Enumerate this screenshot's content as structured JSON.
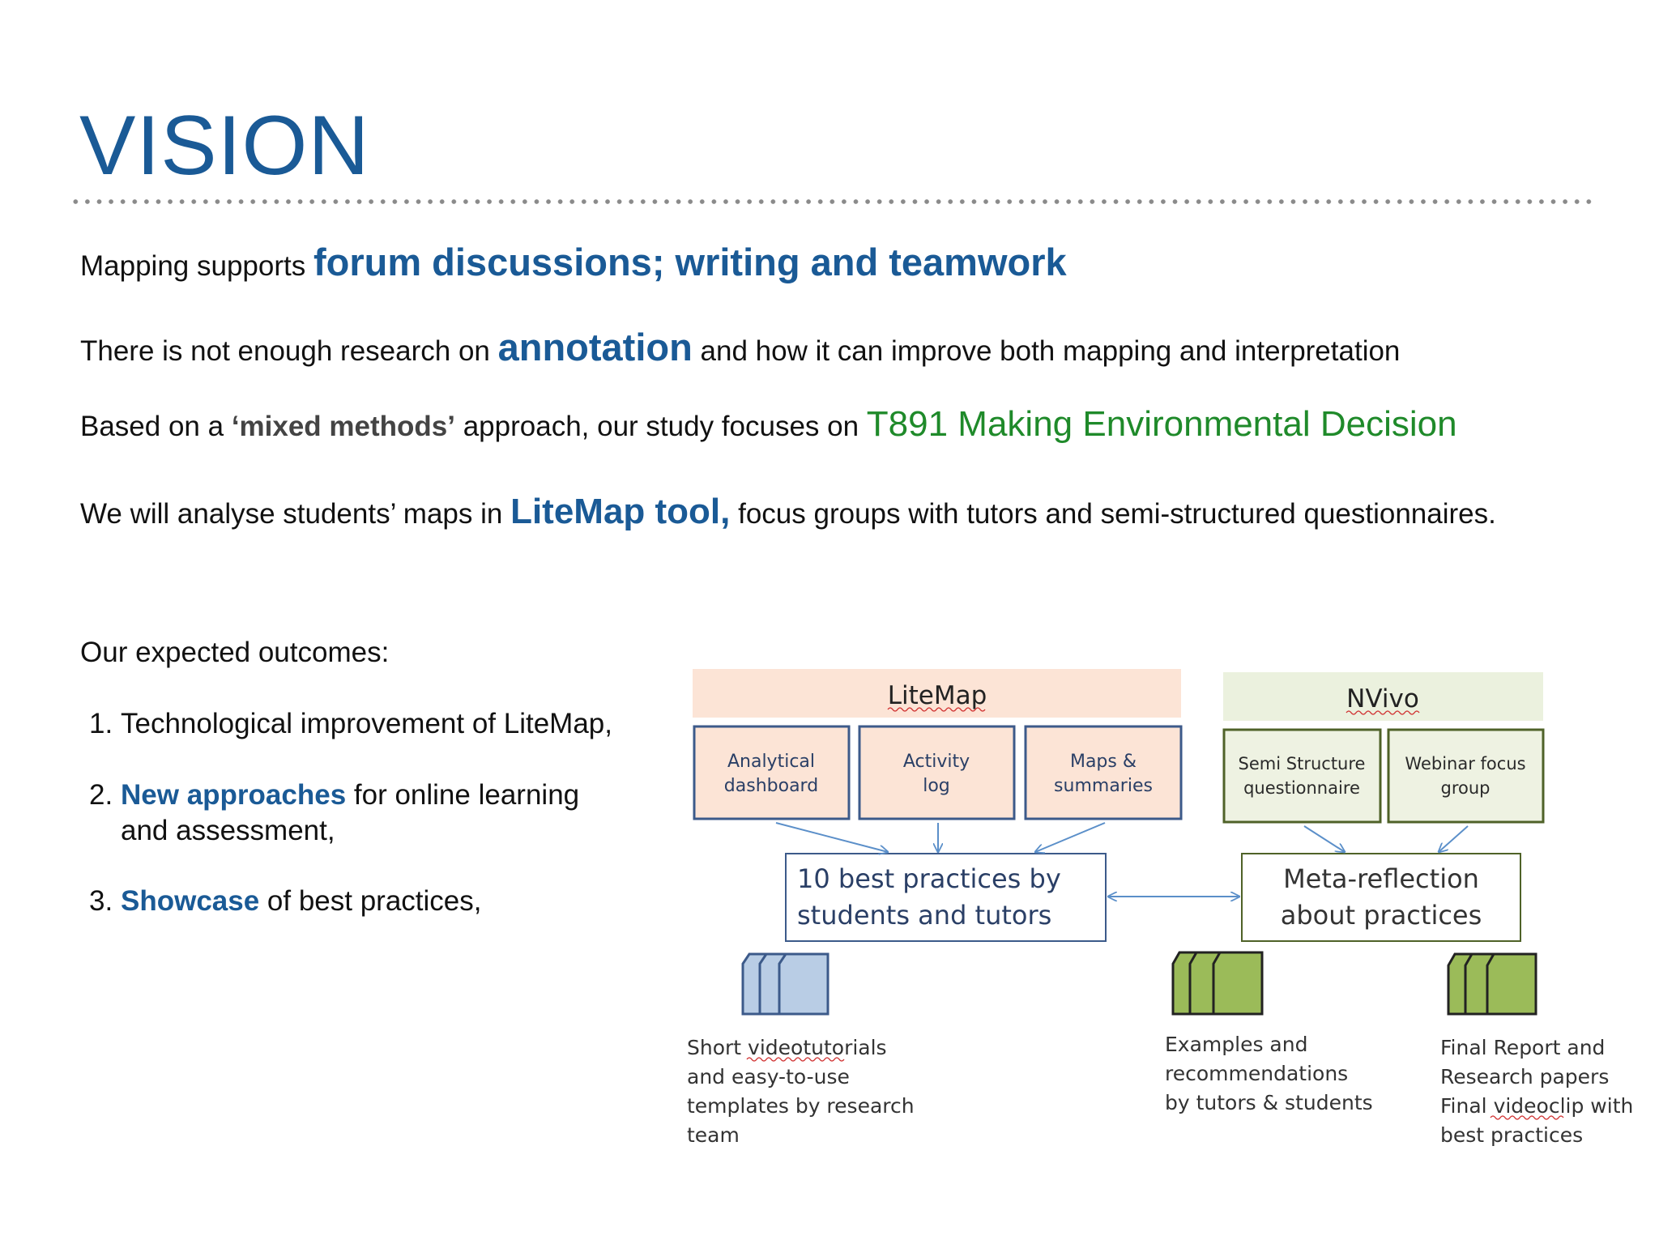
{
  "title": "VISION",
  "lines": {
    "l1_pre": "Mapping supports ",
    "l1_hl": "forum discussions; writing and teamwork",
    "l2_pre": "There is not enough research on ",
    "l2_hl": "annotation",
    "l2_post": " and how it can improve both mapping and interpretation",
    "l3_pre": "Based on a ",
    "l3_hl": "‘mixed methods’",
    "l3_mid": " approach, our study focuses on  ",
    "l3_green": "T891 Making Environmental Decision",
    "l4_pre": "We will analyse students’ maps in ",
    "l4_hl": "LiteMap tool,",
    "l4_post": " focus groups with tutors and semi-structured questionnaires."
  },
  "outcomes": {
    "heading": "Our expected outcomes:",
    "items": [
      {
        "num": "1.",
        "pre": "Technological improvement of LiteMap,",
        "hl": "",
        "post": "",
        "line2": ""
      },
      {
        "num": "2.",
        "pre": "",
        "hl": "New approaches",
        "post": " for online learning",
        "line2": "and assessment,"
      },
      {
        "num": "3.",
        "pre": "",
        "hl": "Showcase",
        "post": " of best practices,",
        "line2": ""
      }
    ]
  },
  "diagram": {
    "litemap": {
      "label": "LiteMap",
      "boxes": [
        {
          "line1": "Analytical",
          "line2": "dashboard"
        },
        {
          "line1": "Activity",
          "line2": "log"
        },
        {
          "line1": "Maps &",
          "line2": "summaries"
        }
      ]
    },
    "nvivo": {
      "label": "NVivo",
      "boxes": [
        {
          "line1": "Semi Structure",
          "line2": "questionnaire"
        },
        {
          "line1": "Webinar focus",
          "line2": "group"
        }
      ]
    },
    "best_practices": {
      "line1": "10 best practices by",
      "line2": "students and tutors"
    },
    "meta_reflection": {
      "line1": "Meta-reflection",
      "line2": "about practices"
    },
    "outputs": [
      {
        "lines": [
          "Short videotutorials",
          "and easy-to-use",
          "templates by research",
          "team"
        ]
      },
      {
        "lines": [
          "Examples and",
          "recommendations",
          "by tutors & students"
        ]
      },
      {
        "lines": [
          "Final Report and",
          "Research papers",
          "Final videoclip with",
          "best practices"
        ]
      }
    ],
    "colors": {
      "litemap_fill": "#fce4d6",
      "nvivo_header": "#ebf1de",
      "nvivo_box": "#eef2e2",
      "box_border": "#3c5a8a",
      "nvivo_border": "#4f6228",
      "blue_doc": "#b9cde5",
      "green_doc": "#9bbb59",
      "arrow": "#5b8fc9",
      "title_blue": "#1a5a96",
      "green_text": "#1f8a2a"
    }
  }
}
